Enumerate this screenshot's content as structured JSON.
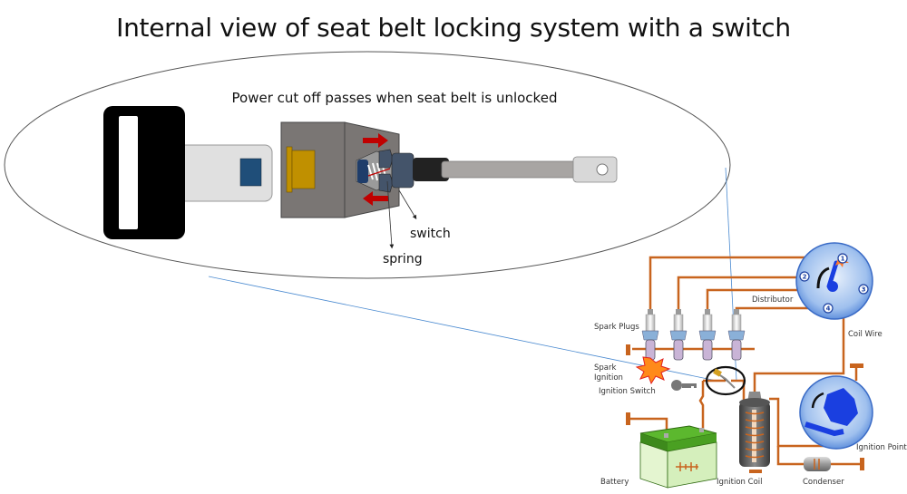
{
  "title": "Internal view of seat belt locking system with a switch",
  "subtitle": "Power cut off passes when seat belt is unlocked",
  "callouts": {
    "switch": "switch",
    "spring": "spring"
  },
  "ignition_diagram": {
    "labels": {
      "distributor": "Distributor",
      "spark_plugs": "Spark Plugs",
      "coil_wire": "Coil Wire",
      "spark_ignition": "Spark\nIgnition",
      "ignition_switch": "Ignition Switch",
      "ignition_points": "Ignition Points",
      "battery": "Battery",
      "ignition_coil": "Ignition Coil",
      "condenser": "Condenser"
    },
    "distributor_terminals": [
      "1",
      "2",
      "3",
      "4"
    ]
  },
  "colors": {
    "wire": "#c8641e",
    "distributor_blue": "#6a9ae0",
    "battery_green": "#5cb82e",
    "buckle_gray": "#7a7674",
    "tongue_blue": "#1f4e79",
    "latch_gold": "#c09000",
    "arrow_red": "#c00000",
    "zoom_line": "#4a8ad0"
  }
}
